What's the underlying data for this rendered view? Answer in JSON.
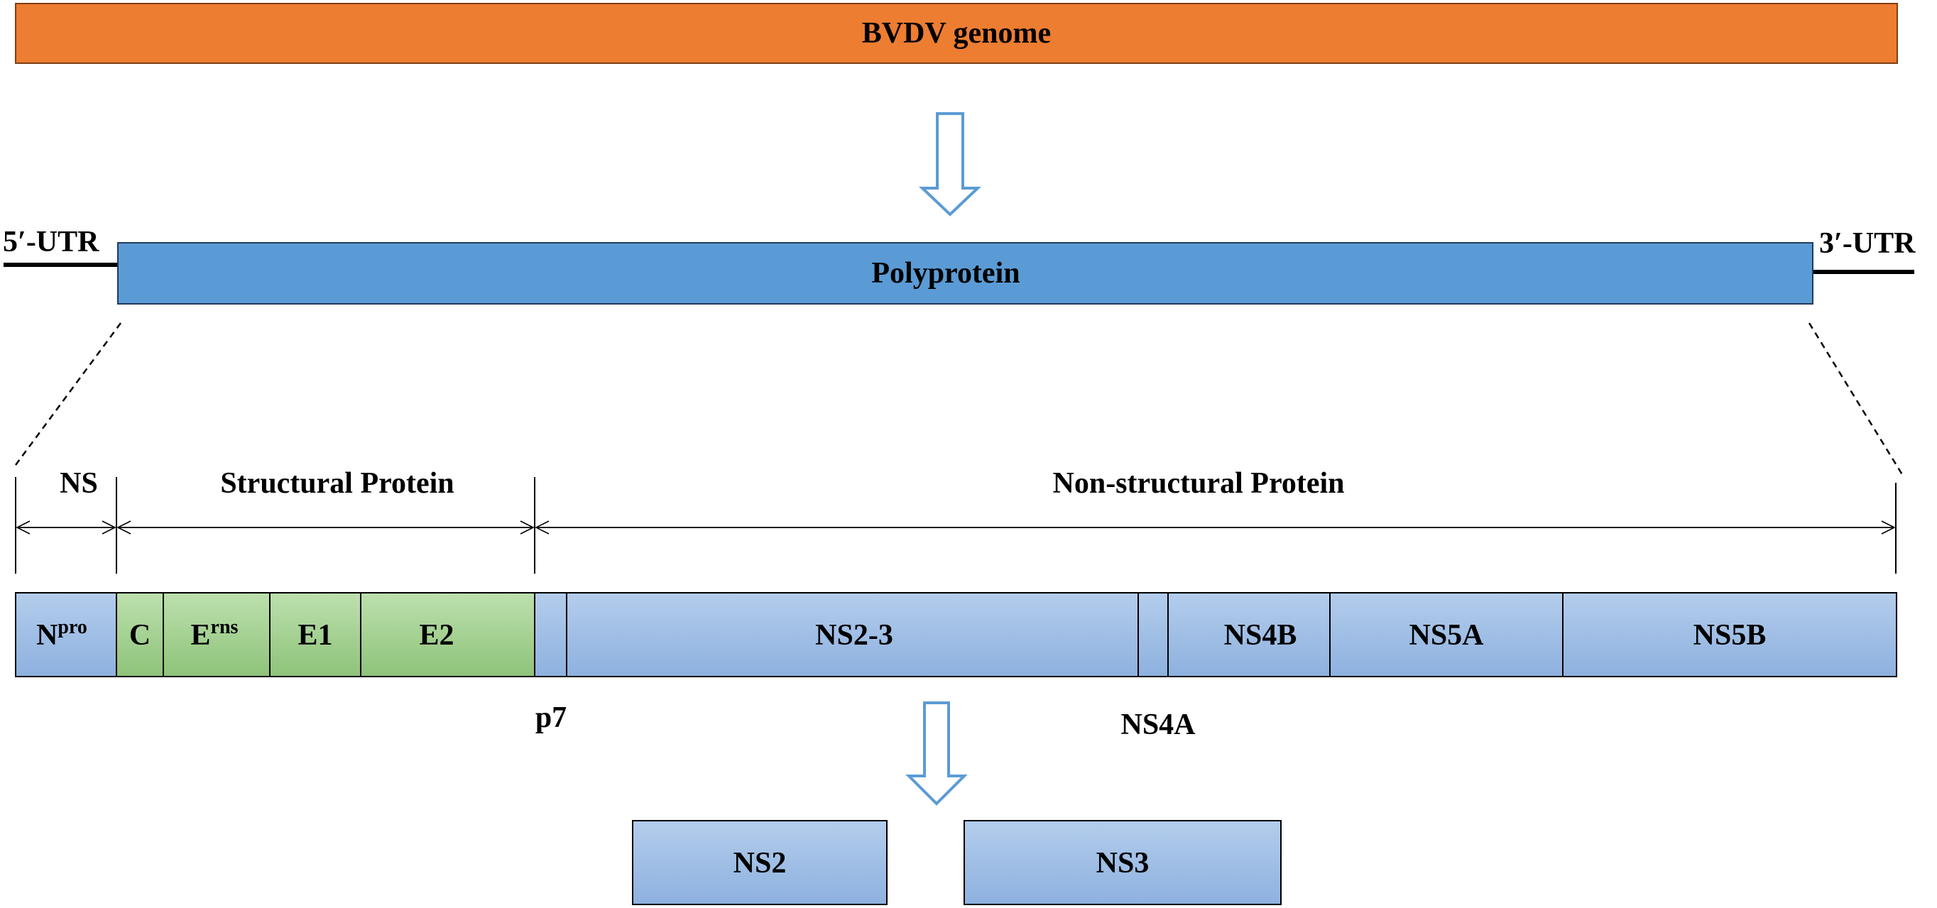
{
  "genome": {
    "label": "BVDV genome",
    "color": "#ED7D31"
  },
  "polyprotein": {
    "label": "Polyprotein",
    "color": "#5B9BD5"
  },
  "utr": {
    "five": "5′-UTR",
    "three": "3′-UTR"
  },
  "regions": {
    "ns": "NS",
    "structural": "Structural Protein",
    "nonstructural": "Non-structural Protein"
  },
  "segments": {
    "npro": {
      "base": "N",
      "sup": "pro"
    },
    "c": {
      "label": "C"
    },
    "erns": {
      "base": "E",
      "sup": "rns"
    },
    "e1": {
      "label": "E1"
    },
    "e2": {
      "label": "E2"
    },
    "p7": {
      "label": "p7"
    },
    "ns23": {
      "label": "NS2-3"
    },
    "ns4a": {
      "label": "NS4A"
    },
    "ns4b": {
      "label": "NS4B"
    },
    "ns5a": {
      "label": "NS5A"
    },
    "ns5b": {
      "label": "NS5B"
    }
  },
  "cleavage_products": {
    "ns2": "NS2",
    "ns3": "NS3"
  },
  "colors": {
    "blue_light": "#ADC8EA",
    "blue_dark": "#8FB3E0",
    "green_light": "#B7DDA8",
    "green_dark": "#8FC47B",
    "arrow": "#5B9BD5"
  }
}
